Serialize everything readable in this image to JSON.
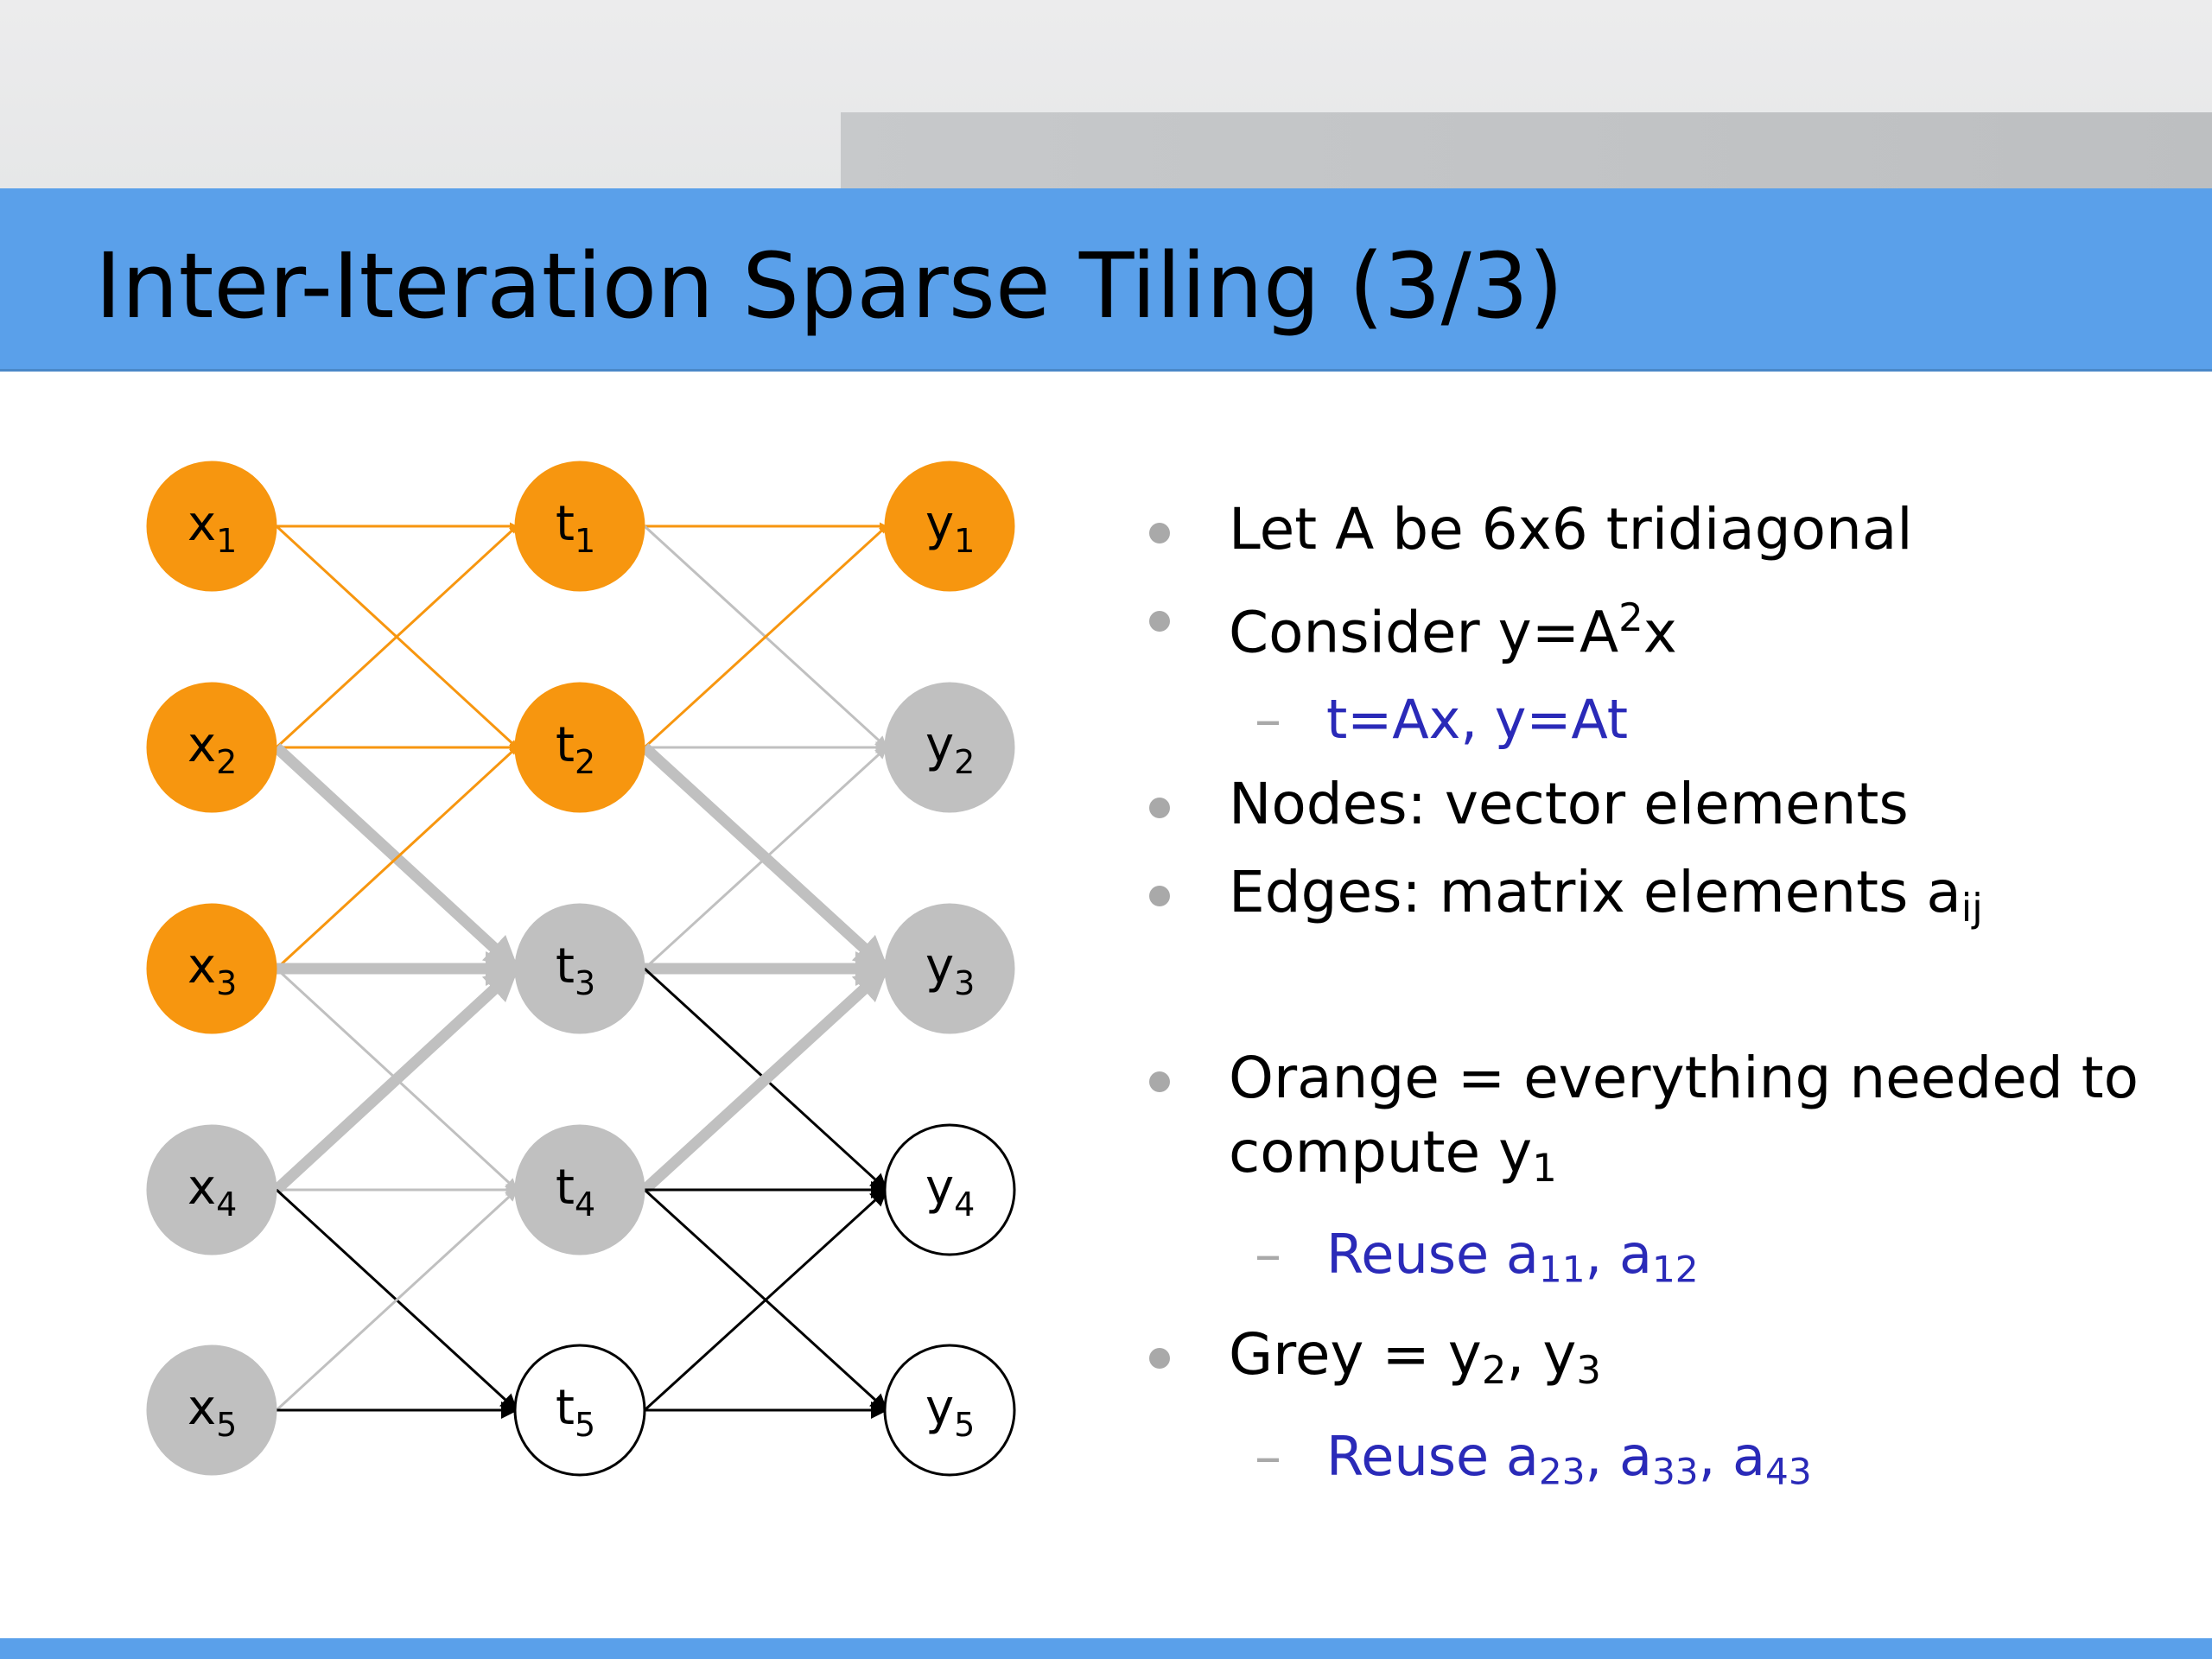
{
  "slide": {
    "title": "Inter-Iteration Sparse Tiling (3/3)"
  },
  "colors": {
    "orange": "#f7960f",
    "grey": "#c0c0c0",
    "black": "#000000",
    "title_bar": "#5aa0ea",
    "sub_bullet": "#2a2ab8"
  },
  "graph": {
    "columns": [
      {
        "letter": "x",
        "nodes": [
          {
            "sub": "1",
            "fill": "orange"
          },
          {
            "sub": "2",
            "fill": "orange"
          },
          {
            "sub": "3",
            "fill": "orange"
          },
          {
            "sub": "4",
            "fill": "grey"
          },
          {
            "sub": "5",
            "fill": "grey"
          }
        ]
      },
      {
        "letter": "t",
        "nodes": [
          {
            "sub": "1",
            "fill": "orange"
          },
          {
            "sub": "2",
            "fill": "orange"
          },
          {
            "sub": "3",
            "fill": "grey"
          },
          {
            "sub": "4",
            "fill": "grey"
          },
          {
            "sub": "5",
            "fill": "white"
          }
        ]
      },
      {
        "letter": "y",
        "nodes": [
          {
            "sub": "1",
            "fill": "orange"
          },
          {
            "sub": "2",
            "fill": "grey"
          },
          {
            "sub": "3",
            "fill": "grey"
          },
          {
            "sub": "4",
            "fill": "white"
          },
          {
            "sub": "5",
            "fill": "white"
          }
        ]
      }
    ],
    "edges": [
      {
        "from": [
          0,
          0
        ],
        "to": [
          1,
          0
        ],
        "style": "orange"
      },
      {
        "from": [
          0,
          0
        ],
        "to": [
          1,
          1
        ],
        "style": "orange"
      },
      {
        "from": [
          0,
          1
        ],
        "to": [
          1,
          0
        ],
        "style": "orange"
      },
      {
        "from": [
          0,
          1
        ],
        "to": [
          1,
          1
        ],
        "style": "orange"
      },
      {
        "from": [
          0,
          1
        ],
        "to": [
          1,
          2
        ],
        "style": "grey-thick"
      },
      {
        "from": [
          0,
          2
        ],
        "to": [
          1,
          1
        ],
        "style": "orange"
      },
      {
        "from": [
          0,
          2
        ],
        "to": [
          1,
          2
        ],
        "style": "grey-thick"
      },
      {
        "from": [
          0,
          2
        ],
        "to": [
          1,
          3
        ],
        "style": "grey-thin"
      },
      {
        "from": [
          0,
          3
        ],
        "to": [
          1,
          2
        ],
        "style": "grey-thick"
      },
      {
        "from": [
          0,
          3
        ],
        "to": [
          1,
          3
        ],
        "style": "grey-thin"
      },
      {
        "from": [
          0,
          3
        ],
        "to": [
          1,
          4
        ],
        "style": "black"
      },
      {
        "from": [
          0,
          4
        ],
        "to": [
          1,
          3
        ],
        "style": "grey-thin"
      },
      {
        "from": [
          0,
          4
        ],
        "to": [
          1,
          4
        ],
        "style": "black"
      },
      {
        "from": [
          1,
          0
        ],
        "to": [
          2,
          0
        ],
        "style": "orange"
      },
      {
        "from": [
          1,
          0
        ],
        "to": [
          2,
          1
        ],
        "style": "grey-thin"
      },
      {
        "from": [
          1,
          1
        ],
        "to": [
          2,
          0
        ],
        "style": "orange"
      },
      {
        "from": [
          1,
          1
        ],
        "to": [
          2,
          1
        ],
        "style": "grey-thin"
      },
      {
        "from": [
          1,
          1
        ],
        "to": [
          2,
          2
        ],
        "style": "grey-thick"
      },
      {
        "from": [
          1,
          2
        ],
        "to": [
          2,
          1
        ],
        "style": "grey-thin"
      },
      {
        "from": [
          1,
          2
        ],
        "to": [
          2,
          2
        ],
        "style": "grey-thick"
      },
      {
        "from": [
          1,
          2
        ],
        "to": [
          2,
          3
        ],
        "style": "black"
      },
      {
        "from": [
          1,
          3
        ],
        "to": [
          2,
          2
        ],
        "style": "grey-thick"
      },
      {
        "from": [
          1,
          3
        ],
        "to": [
          2,
          3
        ],
        "style": "black"
      },
      {
        "from": [
          1,
          3
        ],
        "to": [
          2,
          4
        ],
        "style": "black"
      },
      {
        "from": [
          1,
          4
        ],
        "to": [
          2,
          3
        ],
        "style": "black"
      },
      {
        "from": [
          1,
          4
        ],
        "to": [
          2,
          4
        ],
        "style": "black"
      }
    ]
  },
  "bullets": [
    {
      "level": 1,
      "parts": [
        {
          "t": "Let A be 6x6 tridiagonal"
        }
      ]
    },
    {
      "level": 1,
      "parts": [
        {
          "t": "Consider y=A"
        },
        {
          "t": "2",
          "k": "sup"
        },
        {
          "t": "x"
        }
      ]
    },
    {
      "level": 2,
      "parts": [
        {
          "t": "t=Ax, y=At"
        }
      ]
    },
    {
      "level": 1,
      "parts": [
        {
          "t": "Nodes: vector elements"
        }
      ]
    },
    {
      "level": 1,
      "parts": [
        {
          "t": "Edges: matrix elements a"
        },
        {
          "t": "ij",
          "k": "sub"
        }
      ]
    },
    {
      "level": 0
    },
    {
      "level": 1,
      "parts": [
        {
          "t": "Orange = everything needed to compute y"
        },
        {
          "t": "1",
          "k": "sub"
        }
      ]
    },
    {
      "level": 2,
      "parts": [
        {
          "t": "Reuse a"
        },
        {
          "t": "11",
          "k": "sub"
        },
        {
          "t": ", a"
        },
        {
          "t": "12",
          "k": "sub"
        }
      ]
    },
    {
      "level": 1,
      "parts": [
        {
          "t": "Grey = y"
        },
        {
          "t": "2",
          "k": "sub"
        },
        {
          "t": ", y"
        },
        {
          "t": "3",
          "k": "sub"
        }
      ]
    },
    {
      "level": 2,
      "parts": [
        {
          "t": "Reuse a"
        },
        {
          "t": "23",
          "k": "sub"
        },
        {
          "t": ", a"
        },
        {
          "t": "33",
          "k": "sub"
        },
        {
          "t": ", a"
        },
        {
          "t": "43",
          "k": "sub"
        }
      ]
    }
  ]
}
